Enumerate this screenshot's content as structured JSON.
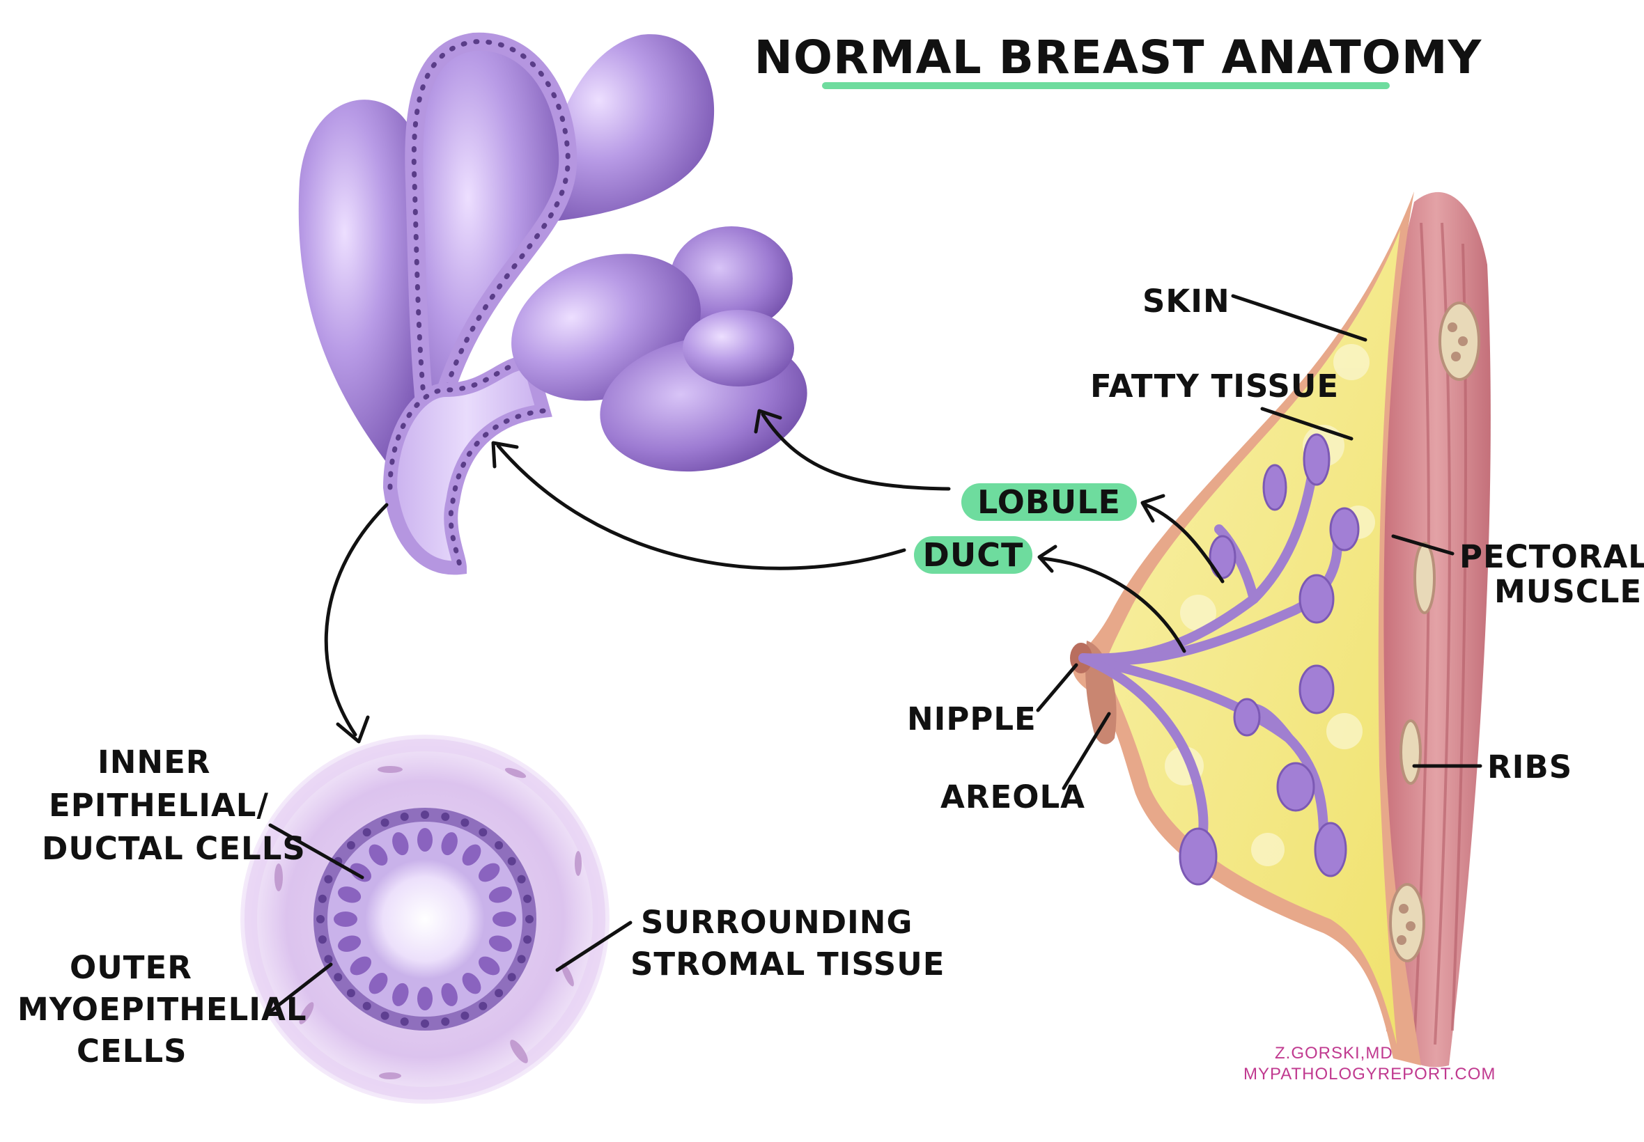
{
  "title": "NORMAL BREAST ANATOMY",
  "labels": {
    "skin": "SKIN",
    "fatty_tissue": "FATTY TISSUE",
    "lobule": "LOBULE",
    "duct": "DUCT",
    "pectoralis_line1": "PECTORALIS",
    "pectoralis_line2": "MUSCLE",
    "nipple": "NIPPLE",
    "areola": "AREOLA",
    "ribs": "RIBS",
    "inner_line1": "INNER",
    "inner_line2": "EPITHELIAL/",
    "inner_line3": "DUCTAL CELLS",
    "outer_line1": "OUTER",
    "outer_line2": "MYOEPITHELIAL",
    "outer_line3": "CELLS",
    "stroma_line1": "SURROUNDING",
    "stroma_line2": "STROMAL TISSUE"
  },
  "credit": {
    "author": "Z.GORSKI,MD",
    "site": "MYPATHOLOGYREPORT.COM"
  },
  "colors": {
    "title_underline": "#6edc9e",
    "pill": "#6edc9e",
    "lobule_purple": "#9b7ad0",
    "lobule_highlight": "#e3d4fb",
    "stroma": "#dcc2ec",
    "fat": "#f5eb86",
    "muscle": "#d98a91",
    "skin": "#e7a88a",
    "credit": "#c0398f"
  }
}
